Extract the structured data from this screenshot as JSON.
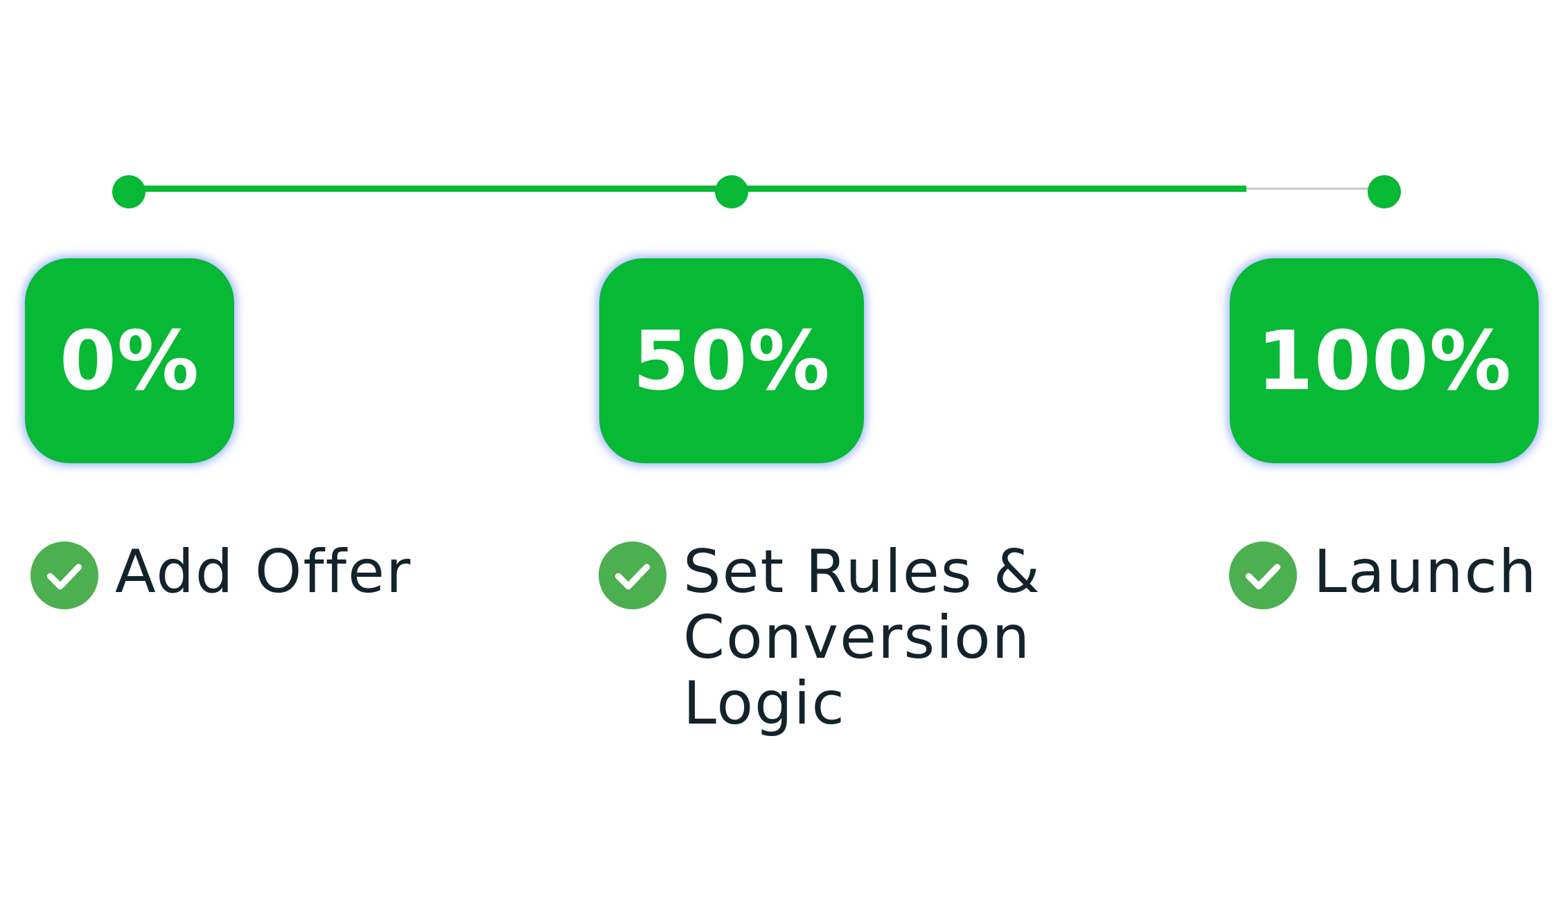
{
  "progress": {
    "fraction": 0.89,
    "milestones": [
      {
        "percent_label": "0%",
        "step_label": "Add Offer",
        "completed": true
      },
      {
        "percent_label": "50%",
        "step_label": "Set Rules & Conversion Logic",
        "completed": true
      },
      {
        "percent_label": "100%",
        "step_label": "Launch",
        "completed": true
      }
    ]
  },
  "colors": {
    "accent": "#07b935",
    "track_empty": "#c8c8c8",
    "check_bg": "#4caf50",
    "text": "#13232c"
  },
  "icons": {
    "check": "check-circle-icon"
  }
}
